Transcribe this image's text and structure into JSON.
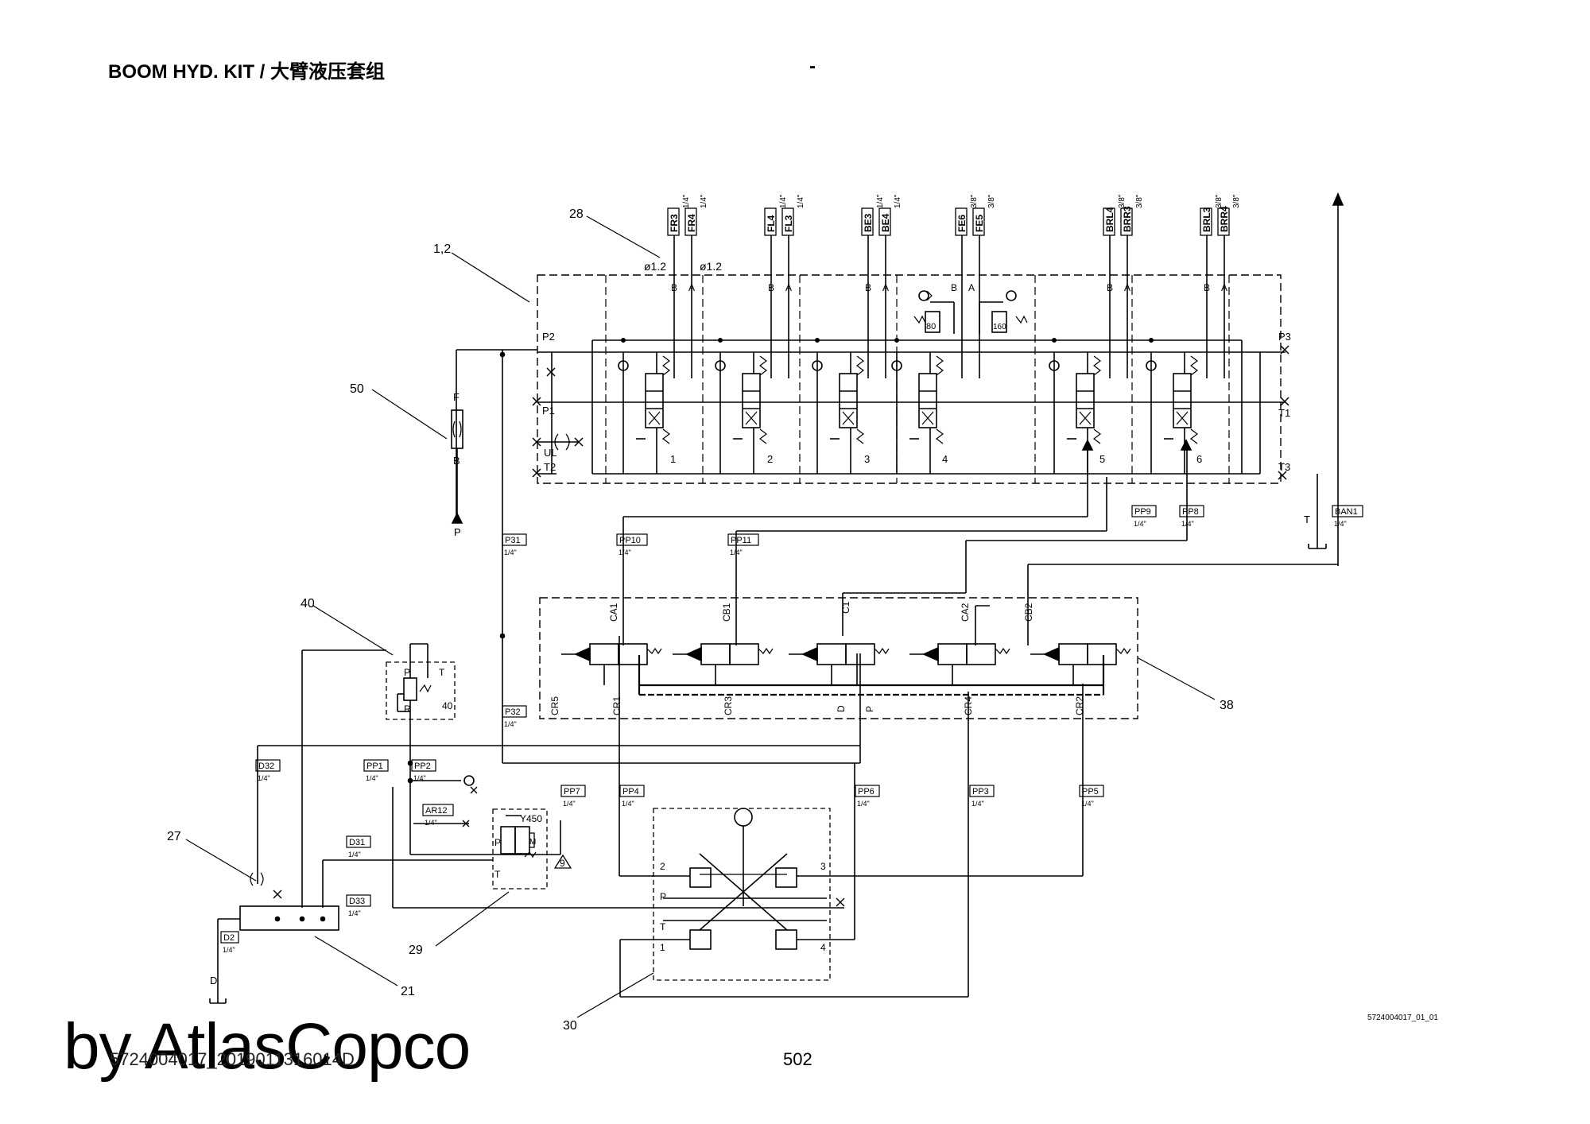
{
  "header": {
    "title": "BOOM HYD. KIT / 大臂液压套组",
    "dash": "-"
  },
  "footer": {
    "watermark": "by AtlasCopco",
    "doc_number": "5724004017_2019011316014D",
    "page_number": "502",
    "drawing_ref": "5724004017_01_01"
  },
  "callouts": [
    "28",
    "1,2",
    "50",
    "40",
    "27",
    "29",
    "21",
    "30",
    "38"
  ],
  "orifice_labels": [
    "ø1.2",
    "ø1.2"
  ],
  "top_ports": [
    {
      "name": "FR3",
      "size": "1/4\""
    },
    {
      "name": "FR4",
      "size": "1/4\""
    },
    {
      "name": "FL4",
      "size": "1/4\""
    },
    {
      "name": "FL3",
      "size": "1/4\""
    },
    {
      "name": "BE3",
      "size": "1/4\""
    },
    {
      "name": "BE4",
      "size": "1/4\""
    },
    {
      "name": "FE6",
      "size": "3/8\""
    },
    {
      "name": "FE5",
      "size": "3/8\""
    },
    {
      "name": "BRL4",
      "size": "3/8\""
    },
    {
      "name": "BRR3",
      "size": "3/8\""
    },
    {
      "name": "BRL3",
      "size": "3/8\""
    },
    {
      "name": "BRR4",
      "size": "3/8\""
    }
  ],
  "valve_block": {
    "ports": [
      "P2",
      "P1",
      "UL",
      "T2",
      "P3",
      "T1",
      "T3"
    ],
    "section_numbers": [
      "1",
      "2",
      "3",
      "4",
      "5",
      "6"
    ],
    "ba": [
      "B",
      "A"
    ],
    "relief_values": [
      "80",
      "160"
    ]
  },
  "filter": {
    "top": "F",
    "bottom": "B",
    "inlet": "P"
  },
  "hose_tags": [
    {
      "tag": "P31",
      "size": "1/4\""
    },
    {
      "tag": "P32",
      "size": "1/4\""
    },
    {
      "tag": "PP10",
      "size": "1/4\""
    },
    {
      "tag": "PP11",
      "size": "1/4\""
    },
    {
      "tag": "PP9",
      "size": "1/4\""
    },
    {
      "tag": "PP8",
      "size": "1/4\""
    },
    {
      "tag": "BAN1",
      "size": "1/4\""
    },
    {
      "tag": "D32",
      "size": "1/4\""
    },
    {
      "tag": "PP1",
      "size": "1/4\""
    },
    {
      "tag": "PP2",
      "size": "1/4\""
    },
    {
      "tag": "AR12",
      "size": "1/4\""
    },
    {
      "tag": "PP7",
      "size": "1/4\""
    },
    {
      "tag": "PP4",
      "size": "1/4\""
    },
    {
      "tag": "PP6",
      "size": "1/4\""
    },
    {
      "tag": "PP3",
      "size": "1/4\""
    },
    {
      "tag": "PP5",
      "size": "1/4\""
    },
    {
      "tag": "D31",
      "size": "1/4\""
    },
    {
      "tag": "D33",
      "size": "1/4\""
    },
    {
      "tag": "D2",
      "size": "1/4\""
    }
  ],
  "tank_label": "T",
  "drain_label": "D",
  "selector_block": {
    "top_ports": [
      "CA1",
      "CB1",
      "C1",
      "CA2",
      "CB2"
    ],
    "bottom_ports": [
      "CR5",
      "CR1",
      "CR3",
      "D",
      "P",
      "CR4",
      "CR2"
    ]
  },
  "pressure_reducer": {
    "ports": [
      "P",
      "T",
      "R"
    ],
    "value": "40"
  },
  "solenoid": {
    "name": "Y450",
    "ports": [
      "P",
      "T"
    ],
    "mark": "M",
    "warning": "9"
  },
  "joystick": {
    "ports": [
      "2",
      "3",
      "P",
      "T",
      "1",
      "4"
    ]
  }
}
